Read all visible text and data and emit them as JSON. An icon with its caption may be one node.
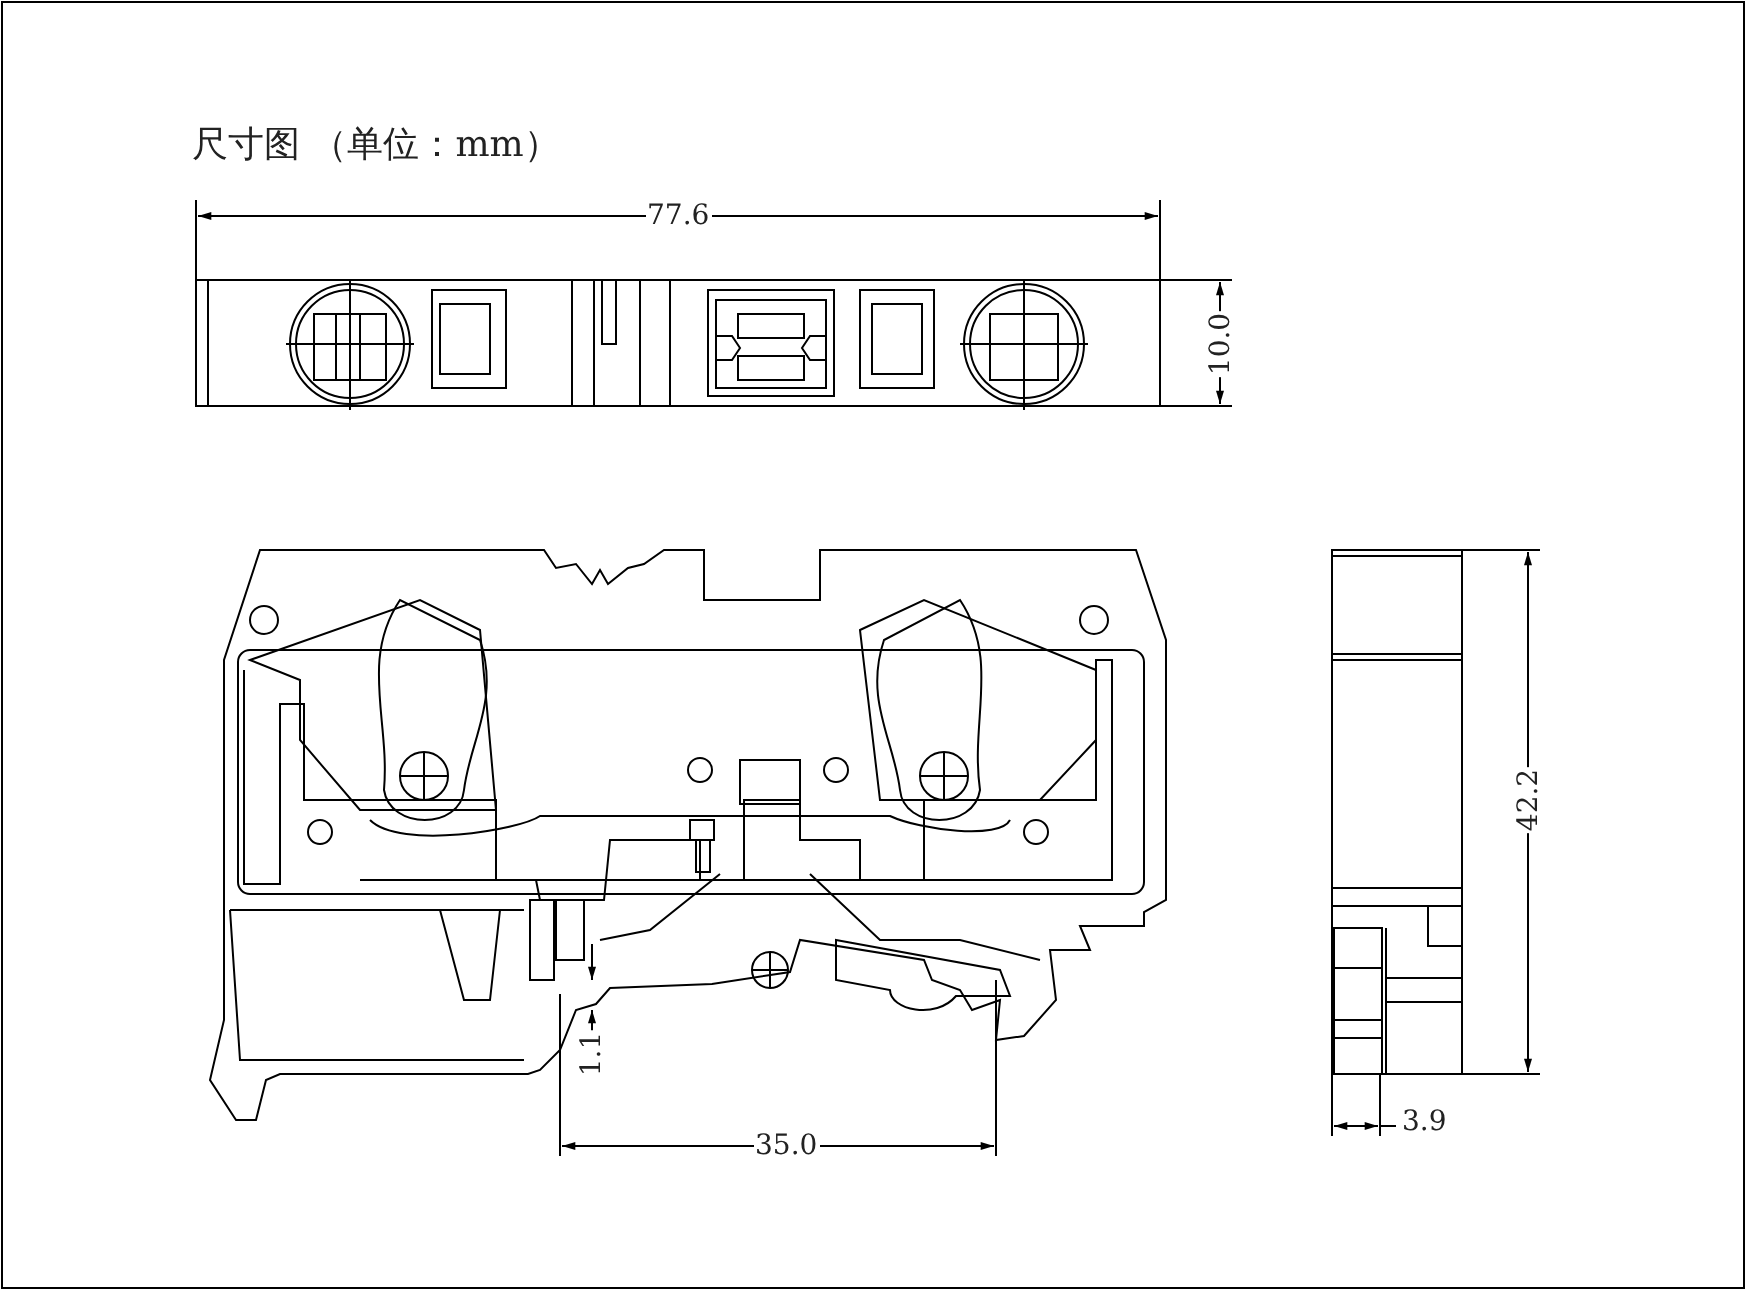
{
  "diagram": {
    "title": "尺寸图 （单位：mm）",
    "labels": [
      "77.6",
      "10.0",
      "42.2",
      "1.1",
      "35.0",
      "3.9"
    ]
  }
}
